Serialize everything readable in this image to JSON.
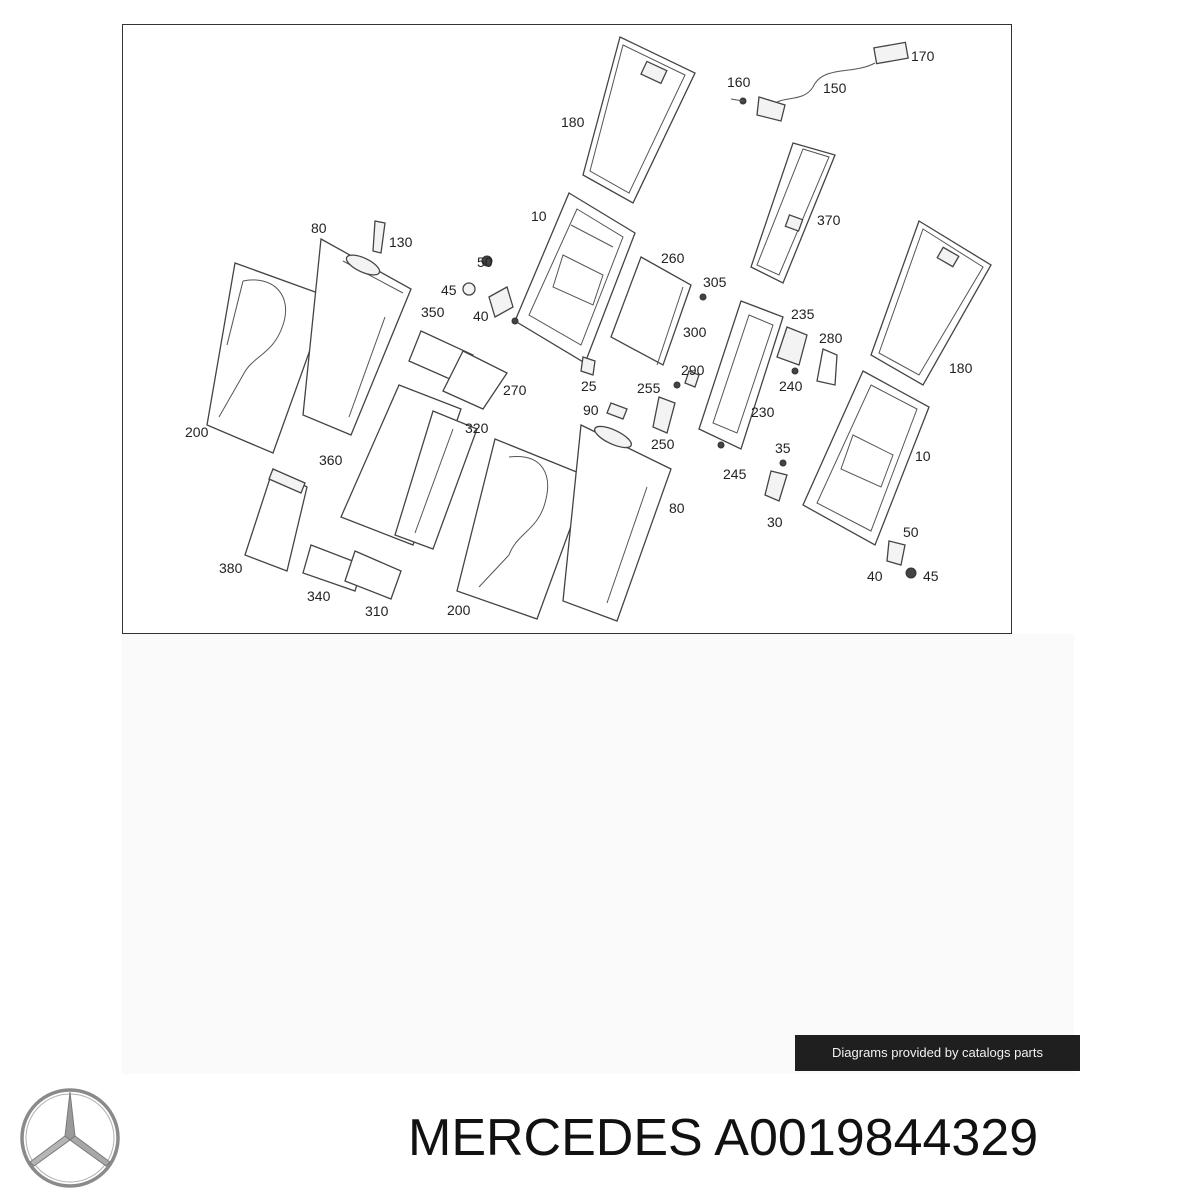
{
  "diagram": {
    "labels": [
      "170",
      "160",
      "150",
      "180",
      "370",
      "10",
      "130",
      "80",
      "260",
      "305",
      "50",
      "45",
      "40",
      "350",
      "300",
      "235",
      "280",
      "25",
      "270",
      "255",
      "290",
      "240",
      "180",
      "200",
      "90",
      "230",
      "320",
      "250",
      "360",
      "35",
      "245",
      "10",
      "80",
      "30",
      "50",
      "380",
      "340",
      "310",
      "200",
      "40",
      "45"
    ]
  },
  "footer": {
    "credit": "Diagrams provided by catalogs parts",
    "brand": "MERCEDES",
    "part_number": "A0019844329"
  },
  "colors": {
    "badge_bg": "#1f1f1f",
    "badge_text": "#f2f2f2",
    "logo": "#8a8a8a"
  }
}
